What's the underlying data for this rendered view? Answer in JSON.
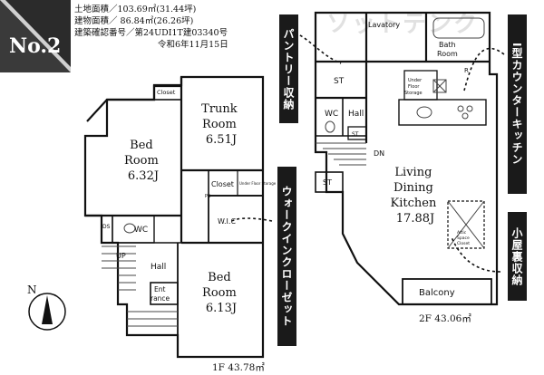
{
  "header": {
    "badge": "No.2",
    "land_area": "土地面積／103.69㎡(31.44坪)",
    "building_area": "建物面積／ 86.84㎡(26.26坪)",
    "confirmation_no": "建築確認番号／第24UDI1T建03340号",
    "date": "令和6年11月15日"
  },
  "watermark": "ソットテンク",
  "floor1": {
    "area_label": "1F 43.78㎡",
    "rooms": {
      "bed1": [
        "Bed",
        "Room",
        "6.32J"
      ],
      "trunk": [
        "Trunk",
        "Room",
        "6.51J"
      ],
      "bed2": [
        "Bed",
        "Room",
        "6.13J"
      ],
      "closet_top": "Closet",
      "closet_mid": "Closet",
      "under_floor": "Under Floor Storage",
      "wic": "W.I.C",
      "wc": "WC",
      "ds": "DS",
      "ps": "PS",
      "up": "UP",
      "hall": "Hall",
      "entrance": [
        "Ent",
        "rance"
      ]
    }
  },
  "floor2": {
    "area_label": "2F 43.06㎡",
    "rooms": {
      "lavatory": "Lavatory",
      "bath": [
        "Bath",
        "Room"
      ],
      "st_top": "ST",
      "under_floor": [
        "Under",
        "Floor",
        "Storage"
      ],
      "r": "R",
      "wc": "WC",
      "hall": "Hall",
      "st_small": "ST",
      "dn": "DN",
      "st_left": "ST",
      "ldk": [
        "Living",
        "Dining",
        "Kitchen",
        "17.88J"
      ],
      "attic": [
        "Attic",
        "Space",
        "Closet"
      ],
      "balcony": "Balcony"
    }
  },
  "tags": {
    "pantry": "パントリー収納",
    "counter_kitchen": "I型カウンターキッチン",
    "walk_in_closet": "ウォークインクローゼット",
    "attic_storage": "小屋裏収納"
  },
  "compass": "N",
  "colors": {
    "badge_dark": "#2b2b2b",
    "badge_light": "#d0d0d0",
    "tag_bg": "#1a1a1a",
    "wall": "#111111",
    "stair": "#444444"
  }
}
